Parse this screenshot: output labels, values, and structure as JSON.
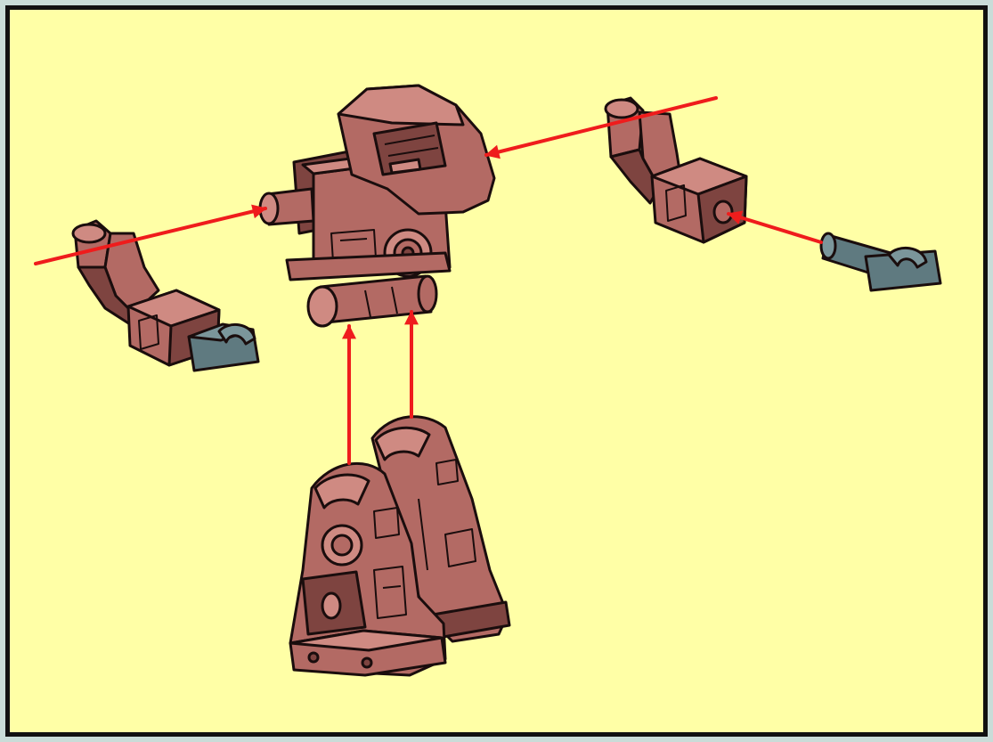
{
  "diagram": {
    "kind": "exploded-assembly-instruction",
    "colors": {
      "background": "#ffffa6",
      "border": "#111111",
      "frame": "#c9dcd8",
      "body_part": "#b36a64",
      "body_part_light": "#cf8a82",
      "body_part_dark": "#7e4440",
      "hand_part": "#5f7a80",
      "hand_part_light": "#7b969b",
      "outline": "#1a0d0d",
      "arrow": "#ef1c1c"
    },
    "parts": [
      {
        "id": "torso-head",
        "icon": "robot-torso"
      },
      {
        "id": "left-arm",
        "icon": "robot-arm"
      },
      {
        "id": "right-arm",
        "icon": "robot-arm"
      },
      {
        "id": "left-hand",
        "icon": "robot-hand"
      },
      {
        "id": "right-hand",
        "icon": "robot-hand"
      },
      {
        "id": "legs",
        "icon": "robot-legs"
      }
    ],
    "arrows": [
      {
        "from": "left-arm",
        "to": "torso-head"
      },
      {
        "from": "right-arm",
        "to": "torso-head"
      },
      {
        "from": "right-hand",
        "to": "right-arm"
      },
      {
        "from": "legs",
        "to": "torso-head"
      },
      {
        "from": "legs",
        "to": "torso-head"
      }
    ]
  }
}
